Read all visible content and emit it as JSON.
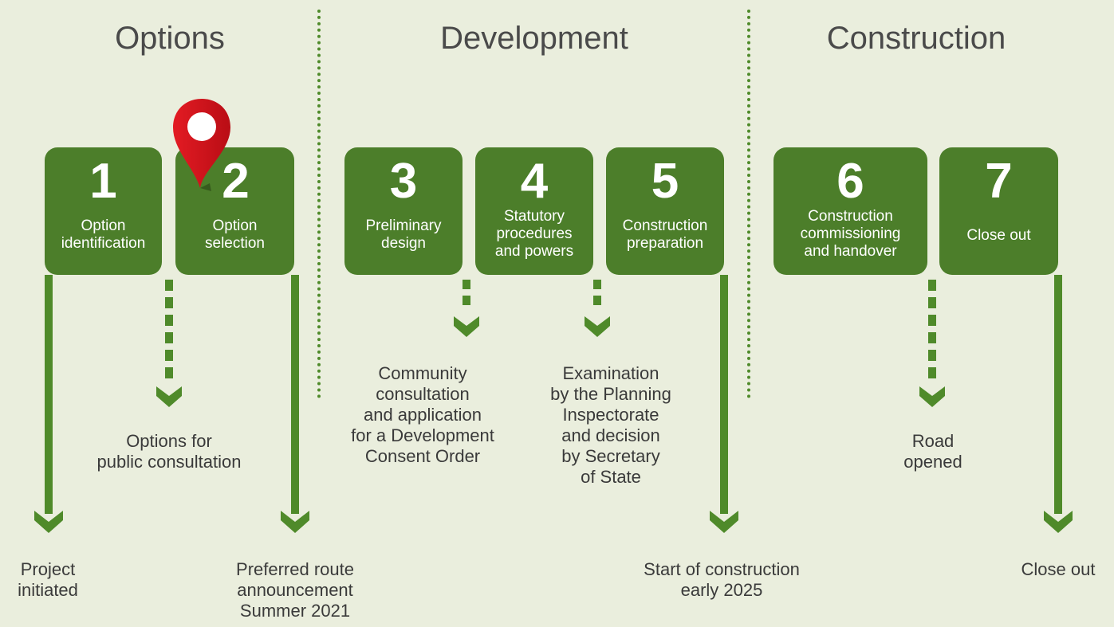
{
  "phases": [
    {
      "title": "Options"
    },
    {
      "title": "Development"
    },
    {
      "title": "Construction"
    }
  ],
  "stages": [
    {
      "number": "1",
      "label": "Option\nidentification"
    },
    {
      "number": "2",
      "label": "Option\nselection"
    },
    {
      "number": "3",
      "label": "Preliminary\ndesign"
    },
    {
      "number": "4",
      "label": "Statutory\nprocedures\nand powers"
    },
    {
      "number": "5",
      "label": "Construction\npreparation"
    },
    {
      "number": "6",
      "label": "Construction\ncommissioning\nand handover"
    },
    {
      "number": "7",
      "label": "Close out"
    }
  ],
  "milestones": [
    {
      "text": "Project\ninitiated"
    },
    {
      "text": "Options for\npublic consultation"
    },
    {
      "text": "Preferred route\nannouncement\nSummer 2021"
    },
    {
      "text": "Community\nconsultation\nand application\nfor a Development\nConsent Order"
    },
    {
      "text": "Examination\nby the Planning\nInspectorate\nand decision\nby Secretary\nof State"
    },
    {
      "text": "Start of construction\nearly 2025"
    },
    {
      "text": "Road\nopened"
    },
    {
      "text": "Close out"
    }
  ],
  "current_stage": "2",
  "colors": {
    "background": "#eaeedd",
    "stage_green": "#4c7e2a",
    "arrow_green": "#4f8a2a",
    "pin_red": "#d8121c"
  }
}
